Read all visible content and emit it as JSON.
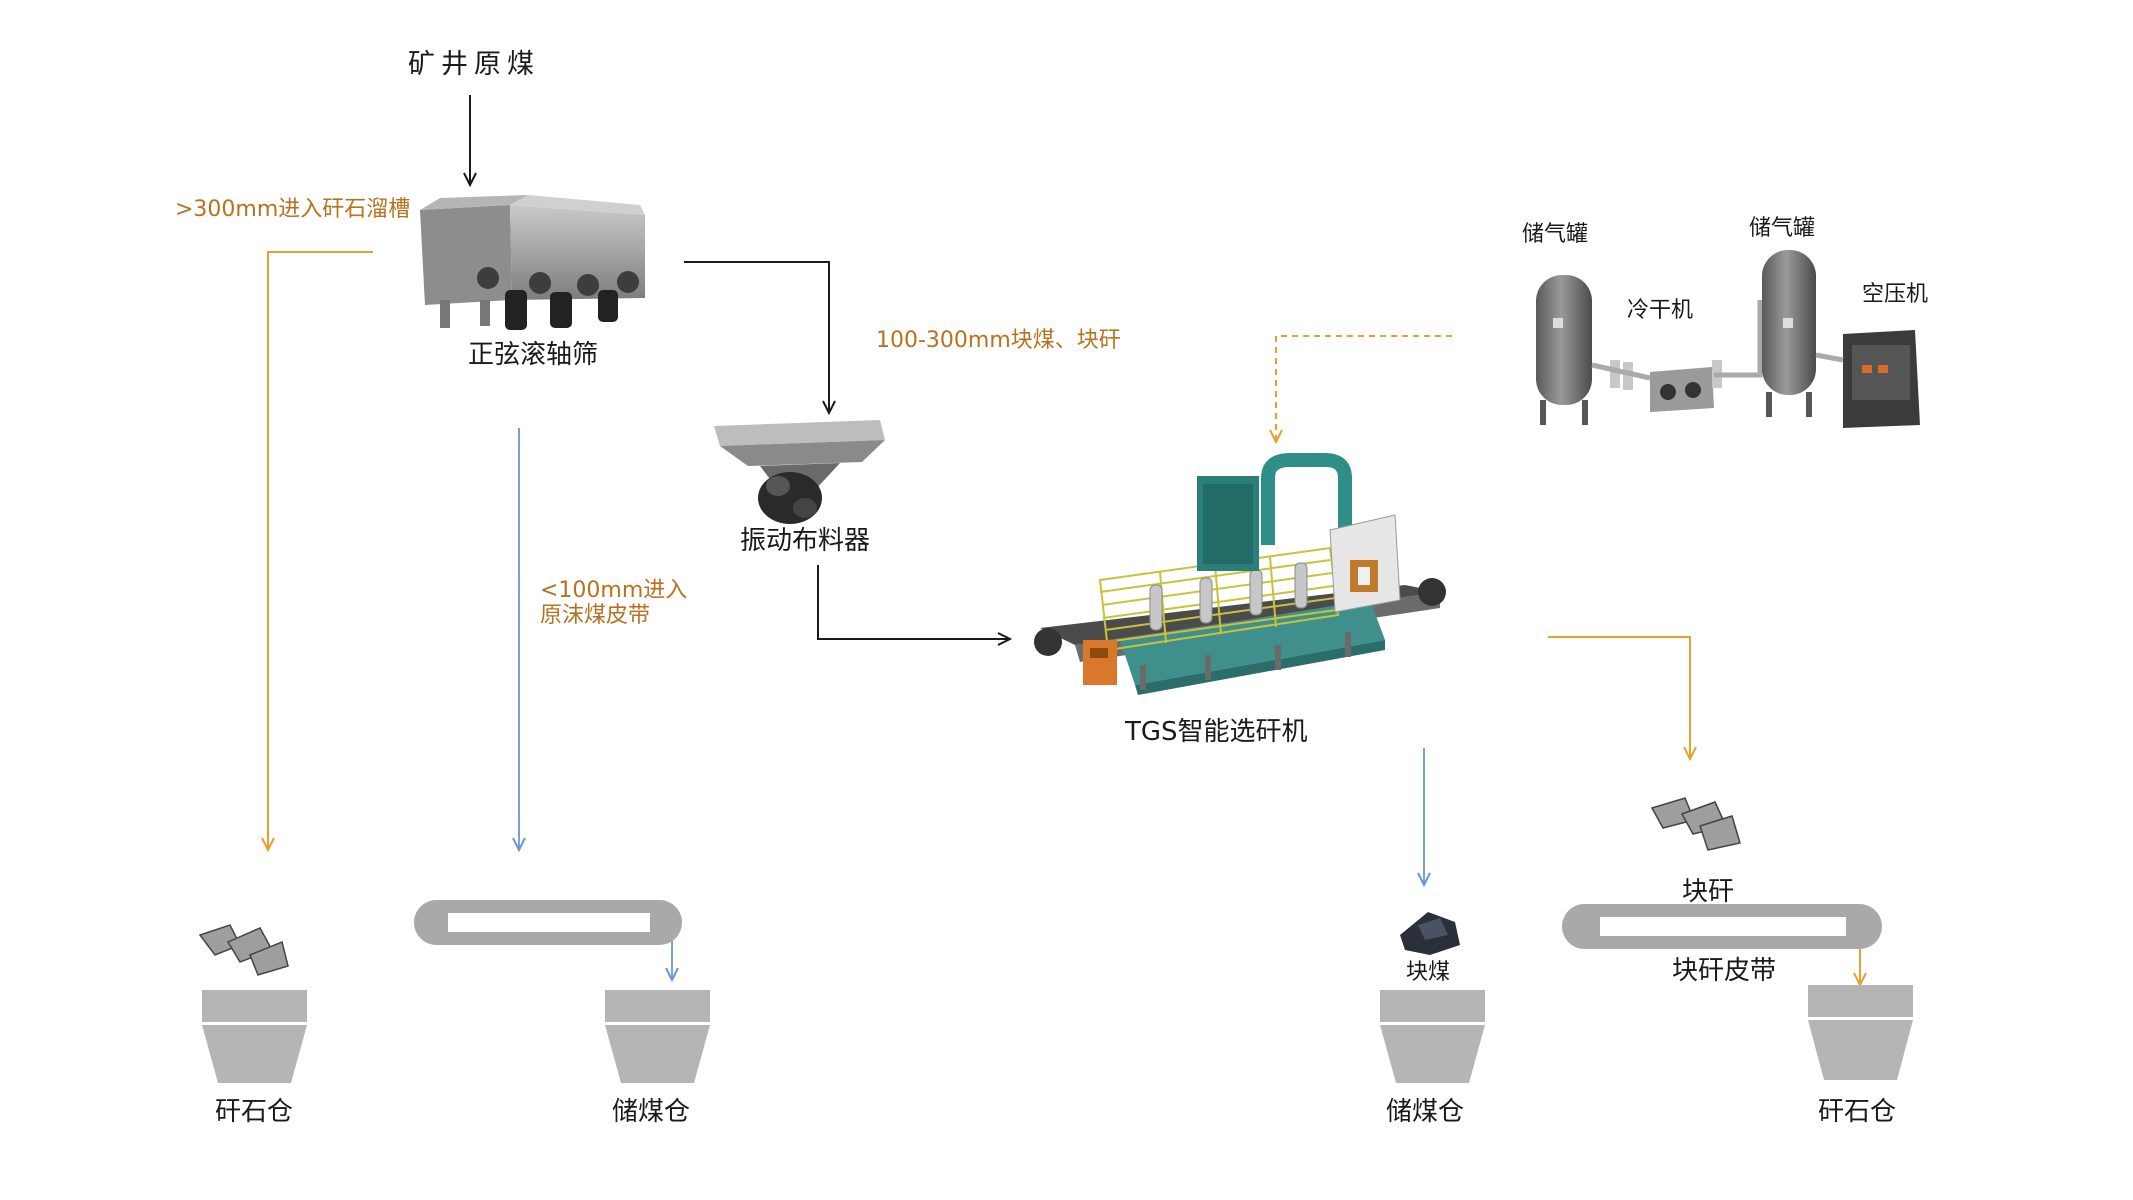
{
  "labels": {
    "raw_coal": "矿井原煤",
    "oversize_route": ">300mm进入矸石溜槽",
    "sine_roller_screen": "正弦滚轴筛",
    "size_route": "100-300mm块煤、块矸",
    "vibrating_feeder": "振动布料器",
    "fines_route_1": "<100mm进入",
    "fines_route_2": "原沫煤皮带",
    "tgs_machine": "TGS智能选矸机",
    "air_tank_1": "储气罐",
    "air_tank_2": "储气罐",
    "dryer": "冷干机",
    "compressor": "空压机",
    "gangue_bin_left": "矸石仓",
    "coal_bin_left": "储煤仓",
    "lump_coal": "块煤",
    "coal_bin_right": "储煤仓",
    "lump_gangue": "块矸",
    "gangue_belt": "块矸皮带",
    "gangue_bin_right": "矸石仓"
  },
  "colors": {
    "flow_black": "#1a1a1a",
    "flow_orange": "#e7a02b",
    "flow_blue": "#6a96d6",
    "label_orange": "#b8721f",
    "bin_gray": "#b5b5b5",
    "machine_teal": "#2a7f7a"
  }
}
